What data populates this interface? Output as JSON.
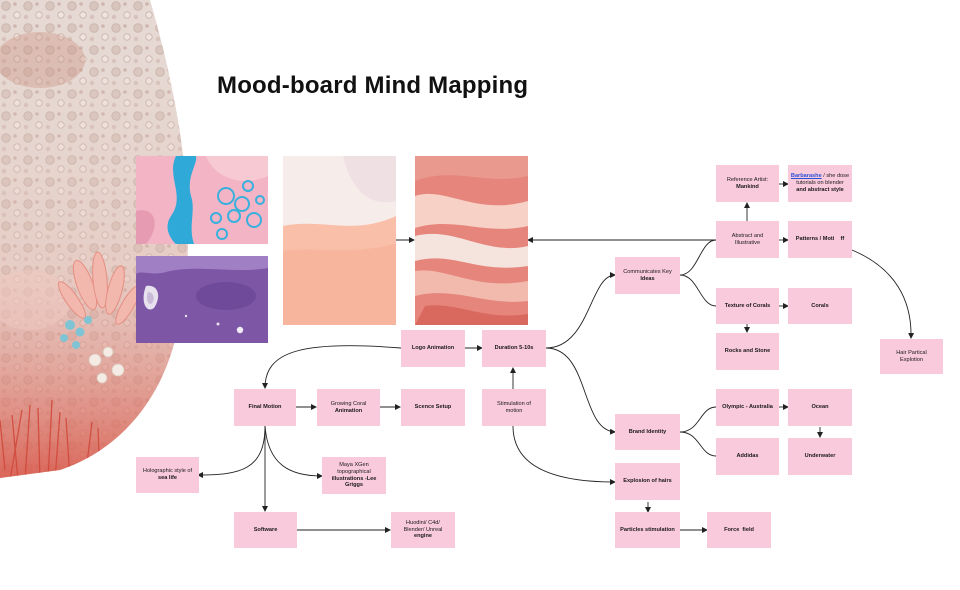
{
  "title": "Mood-board Mind Mapping",
  "colors": {
    "node_fill": "#f9c9dc",
    "line": "#222222",
    "link": "#2a52d8"
  },
  "images": [
    "blue-pink-marble",
    "purple-paint",
    "pink-white-texture",
    "coral-marble-swirl",
    "coral-collage-background"
  ],
  "nodes": {
    "reference_artist": [
      "Reference Artist:",
      "Mankind"
    ],
    "artist_note": {
      "link": "Barbarashe",
      "line1": "/ she dose",
      "line2": "tutorials on blender",
      "line3": "and abstract style"
    },
    "abstract": [
      "Abstract and",
      "Illustrative"
    ],
    "patterns": "Patterns / Moti    ff",
    "communicates": [
      "Communicates Key",
      "Ideas"
    ],
    "texture_corals": "Texture of Corals",
    "corals": "Corals",
    "rocks_stone": "Rocks and Stone",
    "hair_particle": [
      "Hair Partical",
      "Explotion"
    ],
    "logo_animation": "Logo Animation",
    "duration": "Duration 5-10s",
    "stimulation_motion": [
      "Stimulation of",
      "motion"
    ],
    "final_motion": "Final Motion",
    "growing_coral": [
      "Growing Coral",
      "Animation"
    ],
    "scene_setup": "Scence Setup",
    "brand_identity": "Brand Identity",
    "olympic": "Olympic - Australia",
    "ocean": "Ocean",
    "addidas": "Addidas",
    "underwater": "Underwater",
    "holographic": [
      "Holographic style of",
      "sea life"
    ],
    "maya": [
      "Maya XGen",
      "topographical",
      "illustrations -Lee Griggs"
    ],
    "explosion_hairs": "Explosion of hairs",
    "particles_stimulation": "Particles stimulation",
    "force_field": "Force  field",
    "software": "Software",
    "tools": [
      "Huodini/ C4d/",
      "Blender/ Unreal",
      "engine"
    ]
  }
}
